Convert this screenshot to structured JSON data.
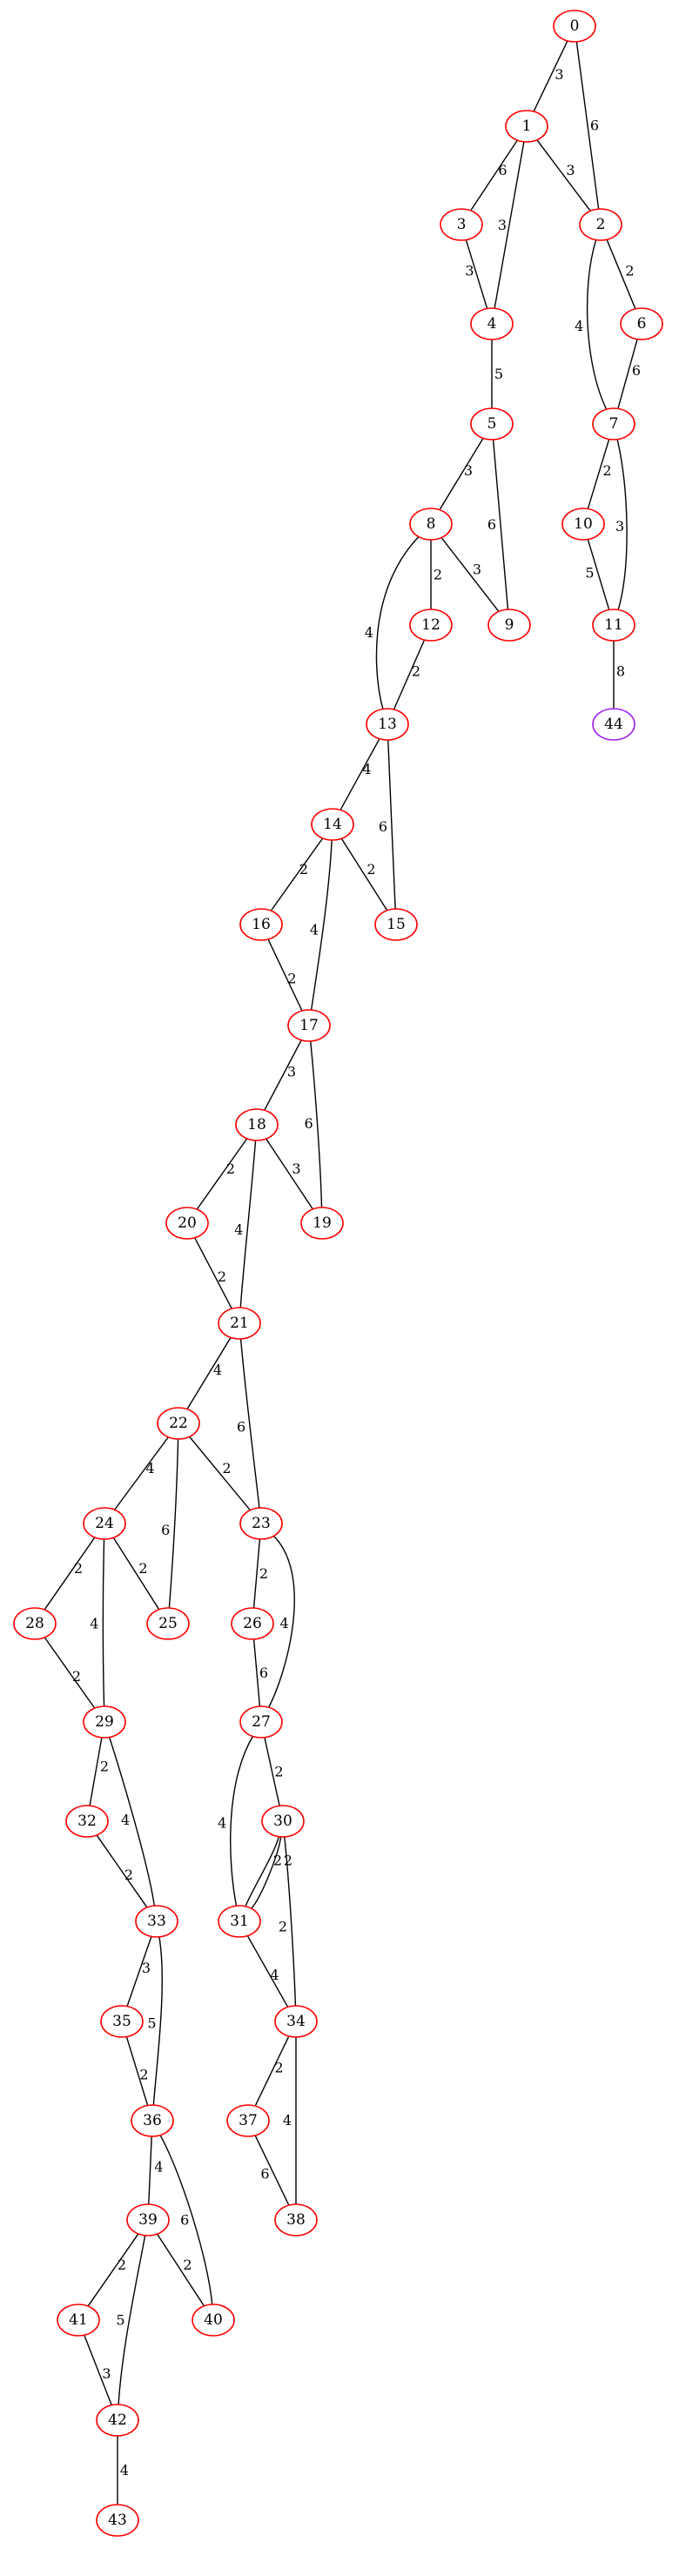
{
  "graph": {
    "colors": {
      "node_default": "#ff0000",
      "node_highlight": "#a020f0",
      "edge": "#000000"
    },
    "nodes": [
      {
        "id": "0",
        "label": "0"
      },
      {
        "id": "1",
        "label": "1"
      },
      {
        "id": "2",
        "label": "2"
      },
      {
        "id": "3",
        "label": "3"
      },
      {
        "id": "4",
        "label": "4"
      },
      {
        "id": "5",
        "label": "5"
      },
      {
        "id": "6",
        "label": "6"
      },
      {
        "id": "7",
        "label": "7"
      },
      {
        "id": "8",
        "label": "8"
      },
      {
        "id": "9",
        "label": "9"
      },
      {
        "id": "10",
        "label": "10"
      },
      {
        "id": "11",
        "label": "11"
      },
      {
        "id": "12",
        "label": "12"
      },
      {
        "id": "13",
        "label": "13"
      },
      {
        "id": "14",
        "label": "14"
      },
      {
        "id": "15",
        "label": "15"
      },
      {
        "id": "16",
        "label": "16"
      },
      {
        "id": "17",
        "label": "17"
      },
      {
        "id": "18",
        "label": "18"
      },
      {
        "id": "19",
        "label": "19"
      },
      {
        "id": "20",
        "label": "20"
      },
      {
        "id": "21",
        "label": "21"
      },
      {
        "id": "22",
        "label": "22"
      },
      {
        "id": "23",
        "label": "23"
      },
      {
        "id": "24",
        "label": "24"
      },
      {
        "id": "25",
        "label": "25"
      },
      {
        "id": "26",
        "label": "26"
      },
      {
        "id": "27",
        "label": "27"
      },
      {
        "id": "28",
        "label": "28"
      },
      {
        "id": "29",
        "label": "29"
      },
      {
        "id": "30",
        "label": "30"
      },
      {
        "id": "31",
        "label": "31"
      },
      {
        "id": "32",
        "label": "32"
      },
      {
        "id": "33",
        "label": "33"
      },
      {
        "id": "34",
        "label": "34"
      },
      {
        "id": "35",
        "label": "35"
      },
      {
        "id": "36",
        "label": "36"
      },
      {
        "id": "37",
        "label": "37"
      },
      {
        "id": "38",
        "label": "38"
      },
      {
        "id": "39",
        "label": "39"
      },
      {
        "id": "40",
        "label": "40"
      },
      {
        "id": "41",
        "label": "41"
      },
      {
        "id": "42",
        "label": "42"
      },
      {
        "id": "43",
        "label": "43"
      },
      {
        "id": "44",
        "label": "44",
        "highlight": true
      }
    ],
    "edges": [
      {
        "from": "0",
        "to": "1",
        "weight": "3"
      },
      {
        "from": "0",
        "to": "2",
        "weight": "6"
      },
      {
        "from": "1",
        "to": "3",
        "weight": "6"
      },
      {
        "from": "1",
        "to": "4",
        "weight": "3"
      },
      {
        "from": "1",
        "to": "2",
        "weight": "3"
      },
      {
        "from": "2",
        "to": "6",
        "weight": "2"
      },
      {
        "from": "2",
        "to": "7",
        "weight": "4"
      },
      {
        "from": "3",
        "to": "4",
        "weight": "3"
      },
      {
        "from": "4",
        "to": "5",
        "weight": "5"
      },
      {
        "from": "6",
        "to": "7",
        "weight": "6"
      },
      {
        "from": "5",
        "to": "8",
        "weight": "3"
      },
      {
        "from": "5",
        "to": "9",
        "weight": "6"
      },
      {
        "from": "7",
        "to": "10",
        "weight": "2"
      },
      {
        "from": "7",
        "to": "11",
        "weight": "3"
      },
      {
        "from": "8",
        "to": "12",
        "weight": "2"
      },
      {
        "from": "8",
        "to": "9",
        "weight": "3"
      },
      {
        "from": "8",
        "to": "13",
        "weight": "4"
      },
      {
        "from": "10",
        "to": "11",
        "weight": "5"
      },
      {
        "from": "11",
        "to": "44",
        "weight": "8"
      },
      {
        "from": "12",
        "to": "13",
        "weight": "2"
      },
      {
        "from": "13",
        "to": "14",
        "weight": "4"
      },
      {
        "from": "13",
        "to": "15",
        "weight": "6"
      },
      {
        "from": "14",
        "to": "16",
        "weight": "2"
      },
      {
        "from": "14",
        "to": "15",
        "weight": "2"
      },
      {
        "from": "14",
        "to": "17",
        "weight": "4"
      },
      {
        "from": "16",
        "to": "17",
        "weight": "2"
      },
      {
        "from": "17",
        "to": "18",
        "weight": "3"
      },
      {
        "from": "17",
        "to": "19",
        "weight": "6"
      },
      {
        "from": "18",
        "to": "20",
        "weight": "2"
      },
      {
        "from": "18",
        "to": "19",
        "weight": "3"
      },
      {
        "from": "18",
        "to": "21",
        "weight": "4"
      },
      {
        "from": "20",
        "to": "21",
        "weight": "2"
      },
      {
        "from": "21",
        "to": "22",
        "weight": "4"
      },
      {
        "from": "21",
        "to": "23",
        "weight": "6"
      },
      {
        "from": "22",
        "to": "24",
        "weight": "4"
      },
      {
        "from": "22",
        "to": "23",
        "weight": "2"
      },
      {
        "from": "22",
        "to": "25",
        "weight": "6"
      },
      {
        "from": "23",
        "to": "26",
        "weight": "2"
      },
      {
        "from": "23",
        "to": "27",
        "weight": "4"
      },
      {
        "from": "24",
        "to": "28",
        "weight": "2"
      },
      {
        "from": "24",
        "to": "25",
        "weight": "2"
      },
      {
        "from": "24",
        "to": "29",
        "weight": "4"
      },
      {
        "from": "26",
        "to": "27",
        "weight": "6"
      },
      {
        "from": "28",
        "to": "29",
        "weight": "2"
      },
      {
        "from": "27",
        "to": "30",
        "weight": "2"
      },
      {
        "from": "27",
        "to": "31",
        "weight": "4"
      },
      {
        "from": "29",
        "to": "32",
        "weight": "2"
      },
      {
        "from": "29",
        "to": "33",
        "weight": "4"
      },
      {
        "from": "30",
        "to": "31",
        "weight": "2"
      },
      {
        "from": "31",
        "to": "30",
        "weight": "2"
      },
      {
        "from": "30",
        "to": "34",
        "weight": "2"
      },
      {
        "from": "31",
        "to": "34",
        "weight": "4"
      },
      {
        "from": "32",
        "to": "33",
        "weight": "2"
      },
      {
        "from": "33",
        "to": "35",
        "weight": "3"
      },
      {
        "from": "33",
        "to": "36",
        "weight": "5"
      },
      {
        "from": "34",
        "to": "37",
        "weight": "2"
      },
      {
        "from": "34",
        "to": "38",
        "weight": "4"
      },
      {
        "from": "35",
        "to": "36",
        "weight": "2"
      },
      {
        "from": "37",
        "to": "38",
        "weight": "6"
      },
      {
        "from": "36",
        "to": "39",
        "weight": "4"
      },
      {
        "from": "36",
        "to": "40",
        "weight": "6"
      },
      {
        "from": "39",
        "to": "41",
        "weight": "2"
      },
      {
        "from": "39",
        "to": "40",
        "weight": "2"
      },
      {
        "from": "39",
        "to": "42",
        "weight": "5"
      },
      {
        "from": "41",
        "to": "42",
        "weight": "3"
      },
      {
        "from": "42",
        "to": "43",
        "weight": "4"
      }
    ]
  }
}
